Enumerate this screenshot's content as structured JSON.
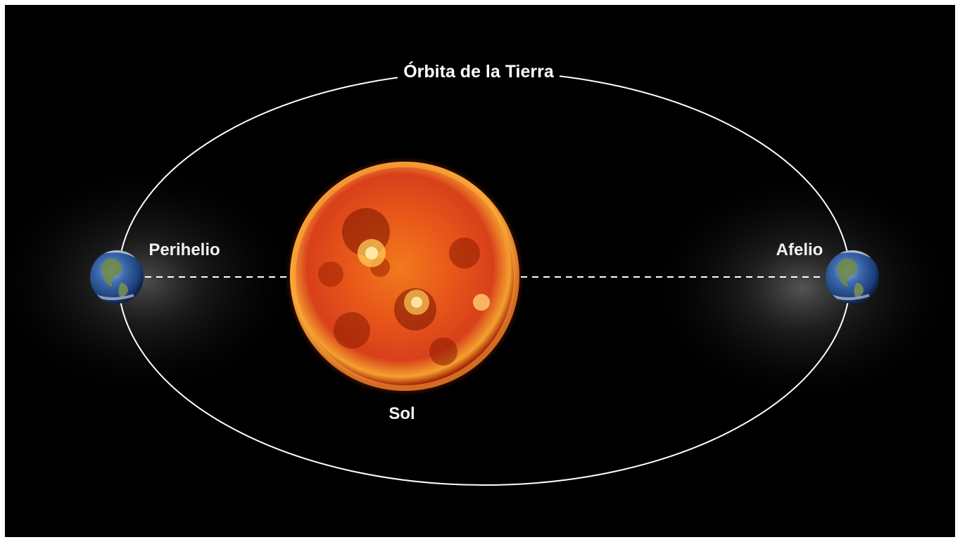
{
  "diagram": {
    "orbit_label": "Órbita de la Tierra",
    "sun_label": "Sol",
    "perihelion_label": "Perihelio",
    "aphelion_label": "Afelio"
  },
  "colors": {
    "background": "#000000",
    "orbit_line": "#ffffff",
    "sun_core": "#f06a12",
    "sun_edge": "#b01d00",
    "earth_ocean": "#2d5aa6",
    "earth_land": "#6e8a4a"
  },
  "icons": {
    "sun": "sun-image",
    "earth_perihelion": "earth-image",
    "earth_aphelion": "earth-image"
  }
}
